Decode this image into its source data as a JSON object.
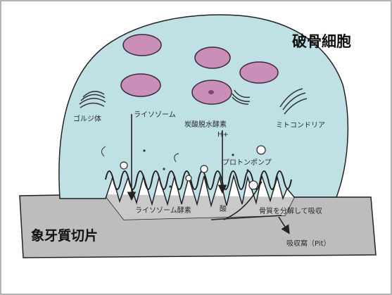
{
  "diagram": {
    "title": "破骨細胞",
    "labels": {
      "golgi": "ゴルジ体",
      "lysosome": "ライソゾーム",
      "carbonic_anhydrase": "炭酸脱水酵素",
      "h_plus": "H+",
      "mitochondria": "ミトコンドリア",
      "proton_pump": "プロトンポンプ",
      "lysosomal_enzymes": "ライソゾーム酵素",
      "acid": "酸",
      "dissolve": "骨質を分解して吸収",
      "resorption_pit": "吸収窩（Pit）",
      "ivory_slice": "象牙質切片"
    },
    "colors": {
      "cytoplasm": "#bfe1e6",
      "nucleus": "#c98fb8",
      "slice": "#bdbdbd",
      "outline": "#222222"
    }
  }
}
